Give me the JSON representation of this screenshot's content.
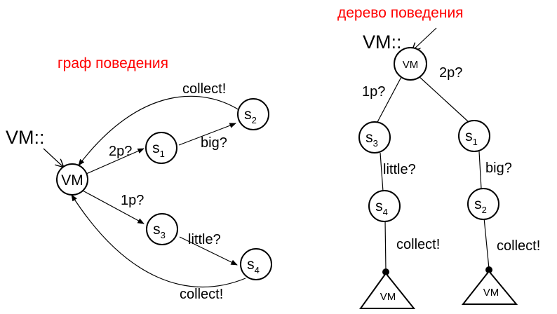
{
  "graph": {
    "title": "граф поведения",
    "entry_label": "VM::",
    "nodes": {
      "vm": "VM",
      "s1": {
        "base": "s",
        "sub": "1"
      },
      "s2": {
        "base": "s",
        "sub": "2"
      },
      "s3": {
        "base": "s",
        "sub": "3"
      },
      "s4": {
        "base": "s",
        "sub": "4"
      }
    },
    "edges": {
      "vm_s1": "2p?",
      "s1_s2": "big?",
      "s2_vm": "collect!",
      "vm_s3": "1p?",
      "s3_s4": "little?",
      "s4_vm": "collect!"
    }
  },
  "tree": {
    "title": "дерево поведения",
    "entry_label": "VM::",
    "nodes": {
      "root": "VM",
      "s3": {
        "base": "s",
        "sub": "3"
      },
      "s1": {
        "base": "s",
        "sub": "1"
      },
      "s4": {
        "base": "s",
        "sub": "4"
      },
      "s2": {
        "base": "s",
        "sub": "2"
      },
      "leaf_left": "VM",
      "leaf_right": "VM"
    },
    "edges": {
      "root_s3": "1p?",
      "root_s1": "2p?",
      "s3_s4": "little?",
      "s1_s2": "big?",
      "s4_leaf": "collect!",
      "s2_leaf": "collect!"
    }
  },
  "colors": {
    "title": "#ff0000",
    "ink": "#000000"
  }
}
